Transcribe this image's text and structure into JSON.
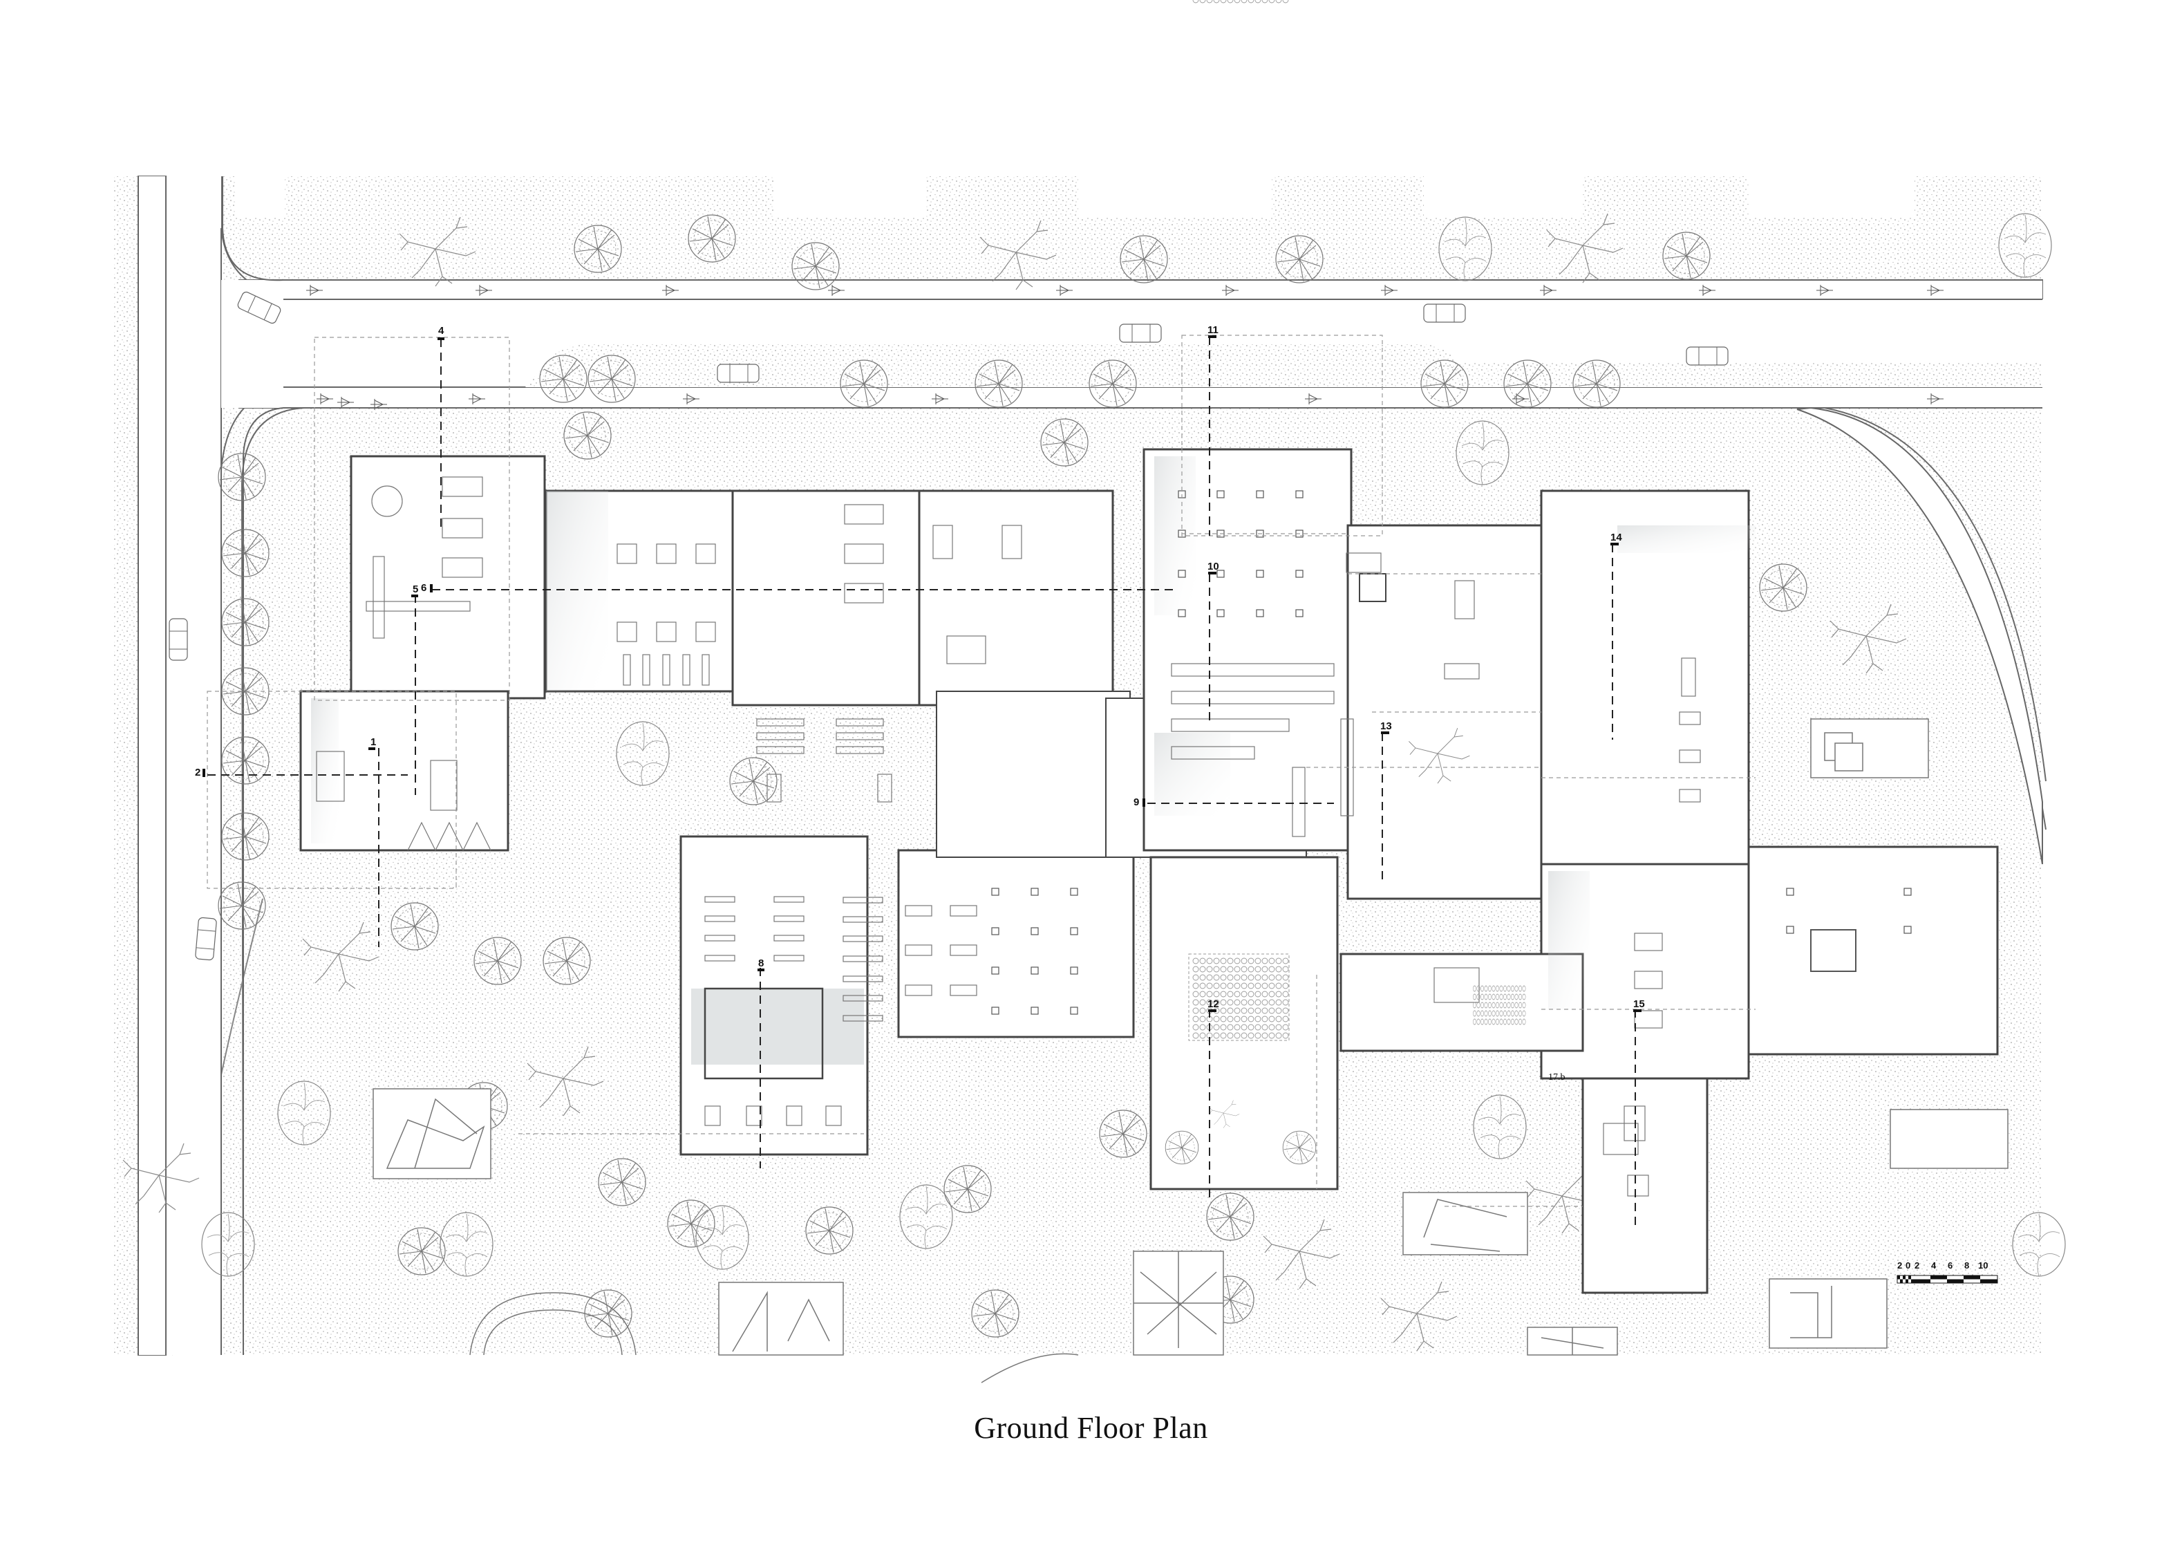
{
  "title": "Ground Floor Plan",
  "colors": {
    "background": "#ffffff",
    "line": "#555555",
    "wall": "#444444",
    "stipple": "#9a9a9a",
    "shadow": "#d6d9da",
    "marker": "#111111"
  },
  "scale_bar": {
    "labels": [
      "2",
      "0",
      "2",
      "4",
      "6",
      "8",
      "10"
    ],
    "unit_hint": "meters"
  },
  "section_markers": [
    {
      "id": "1",
      "label": "1"
    },
    {
      "id": "2",
      "label": "2"
    },
    {
      "id": "4",
      "label": "4"
    },
    {
      "id": "5",
      "label": "5"
    },
    {
      "id": "6",
      "label": "6"
    },
    {
      "id": "8",
      "label": "8"
    },
    {
      "id": "9",
      "label": "9"
    },
    {
      "id": "10",
      "label": "10"
    },
    {
      "id": "11",
      "label": "11"
    },
    {
      "id": "12",
      "label": "12"
    },
    {
      "id": "13",
      "label": "13"
    },
    {
      "id": "14",
      "label": "14"
    },
    {
      "id": "15",
      "label": "15"
    }
  ],
  "notes": [
    {
      "id": "17b",
      "label": "17.b"
    }
  ],
  "icons": {
    "tree": "tree-icon",
    "car": "car-icon",
    "streetlight": "streetlight-icon",
    "stair": "stair-icon",
    "table": "table-icon",
    "chair": "chair-icon",
    "column": "column-icon",
    "scale": "scale-bar-icon",
    "section-cut": "section-marker-icon"
  }
}
